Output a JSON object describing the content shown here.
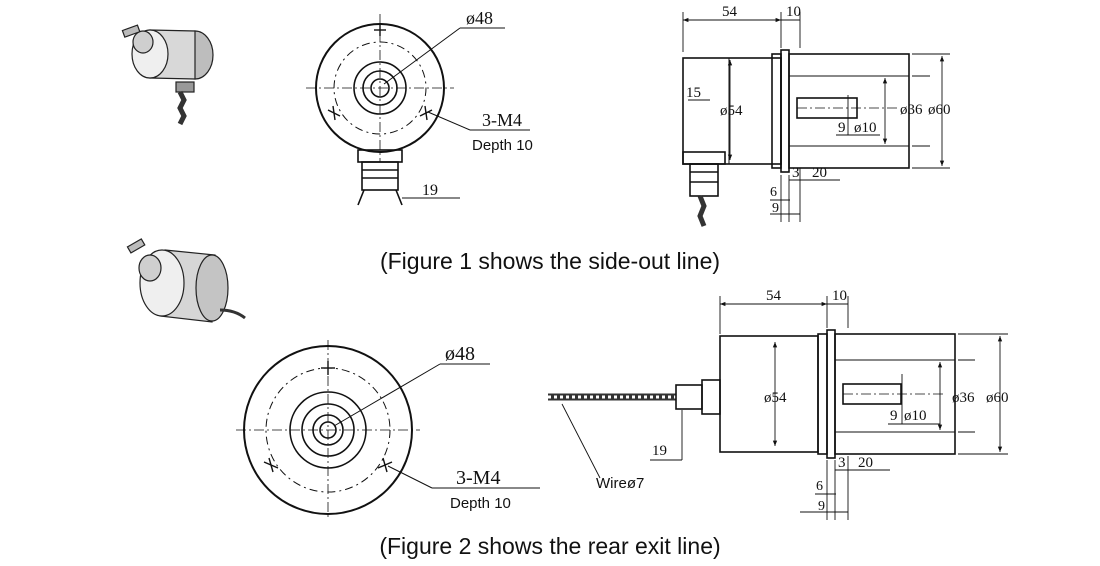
{
  "figure1": {
    "front": {
      "diameter": "ø48",
      "holes": "3-M4",
      "holes_depth": "Depth 10",
      "cable_offset": "19"
    },
    "side": {
      "dims": {
        "body_len": "54",
        "flange_len": "10",
        "height_small": "15",
        "body_dia": "ø54",
        "flange_small": "ø36",
        "flange_dia": "ø60",
        "shaft_len_label": "9",
        "shaft_dia": "ø10",
        "step_3": "3",
        "shaft_20": "20",
        "dim_6": "6",
        "dim_9": "9"
      }
    },
    "caption": "(Figure 1 shows the side-out line)"
  },
  "figure2": {
    "front": {
      "diameter": "ø48",
      "holes": "3-M4",
      "holes_depth": "Depth 10"
    },
    "side": {
      "dims": {
        "body_len": "54",
        "flange_len": "10",
        "body_dia": "ø54",
        "flange_small": "ø36",
        "flange_dia": "ø60",
        "shaft_len_label": "9",
        "shaft_dia": "ø10",
        "step_3": "3",
        "shaft_20": "20",
        "dim_6": "6",
        "dim_9": "9",
        "cable_height": "19",
        "wire": "Wireø7"
      }
    },
    "caption": "(Figure 2 shows the rear exit line)"
  }
}
